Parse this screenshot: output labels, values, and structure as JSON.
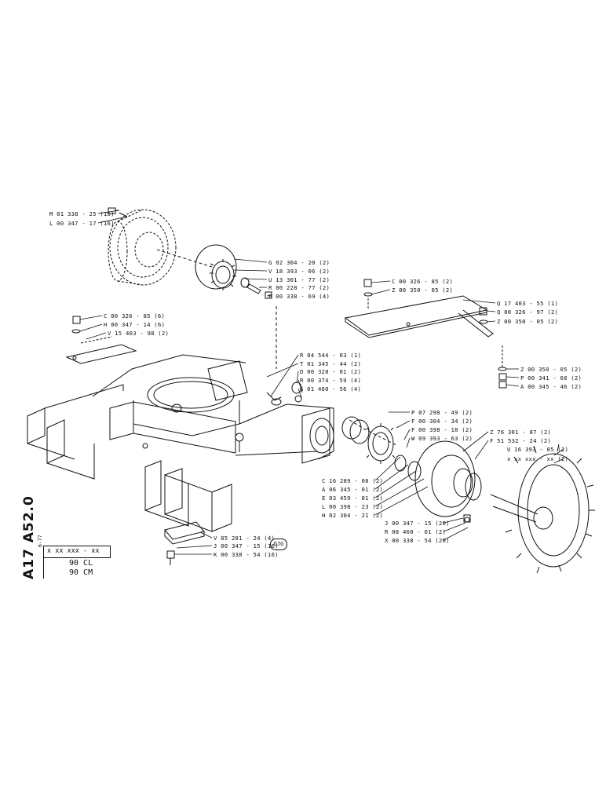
{
  "document": {
    "side_code": "A17 A52.0",
    "side_date": "6-77",
    "title_block": {
      "code": "x xx xxx - xx",
      "models": [
        "90 CL",
        "90 CM"
      ]
    },
    "ojg_tag": "OJG"
  },
  "labels": {
    "m01338": "M 01 338 - 25 (16)",
    "l00347": "L 00 347 - 17 (16)",
    "g02304": "G 02 304 - 20 (2)",
    "v18393": "V 18 393 - 06 (2)",
    "u13301": "U 13 301 - 77 (2)",
    "r00228": "R 00 228 - 77 (2)",
    "p00338": "P 00 338 - 69 (4)",
    "c00326a": "C 00 326 - 85 (6)",
    "h00347": "H 00 347 - 14 (6)",
    "v15403": "V 15 403 - 98 (2)",
    "c00326b": "C 00 326 - 85 (2)",
    "z00350a": "Z 00 350 - 05 (2)",
    "q17403": "Q 17 403 - 55 (1)",
    "q00326": "Q 00 326 - 97 (2)",
    "z00350b": "Z 00 350 - 05 (2)",
    "r04544": "R 04 544 - 03 (1)",
    "t01345": "T 01 345 - 44 (2)",
    "d00328": "D 00 328 - 01 (2)",
    "r00374": "R 00 374 - 59 (4)",
    "g01460": "G 01 460 - 56 (4)",
    "z00350c": "Z 00 350 - 05 (2)",
    "p00341": "P 00 341 - 68 (2)",
    "a00345": "A 00 345 - 46 (2)",
    "p07298": "P 07 298 - 49 (2)",
    "f00304": "F 00 304 - 34 (2)",
    "f00398": "F 00 398 - 18 (2)",
    "w09393": "W 09 393 - 63 (2)",
    "z76301": "Z 76 301 - 87 (2)",
    "f51532": "F 51 532 - 24 (2)",
    "u16393": "U 16 393 - 05 (2)",
    "xxx": "x  xx  xxx - xx (2)",
    "c16289": "C 16 289 - 08 (2)",
    "a06345": "A 06 345 - 01 (2)",
    "e03459": "E 03 459 - 01 (2)",
    "l00398": "L 00 398 - 23 (2)",
    "h02304": "H 02 304 - 21 (2)",
    "j00347a": "J 00 347 - 15 (20)",
    "r08460": "R 08 460 - 01 (2)",
    "x00338a": "X 00 338 - 54 (20)",
    "v85281": "V 85 281 - 24 (4)",
    "j00347b": "J 00 347 - 15 (16)",
    "k00338": "K 00 338 - 54 (16)"
  }
}
